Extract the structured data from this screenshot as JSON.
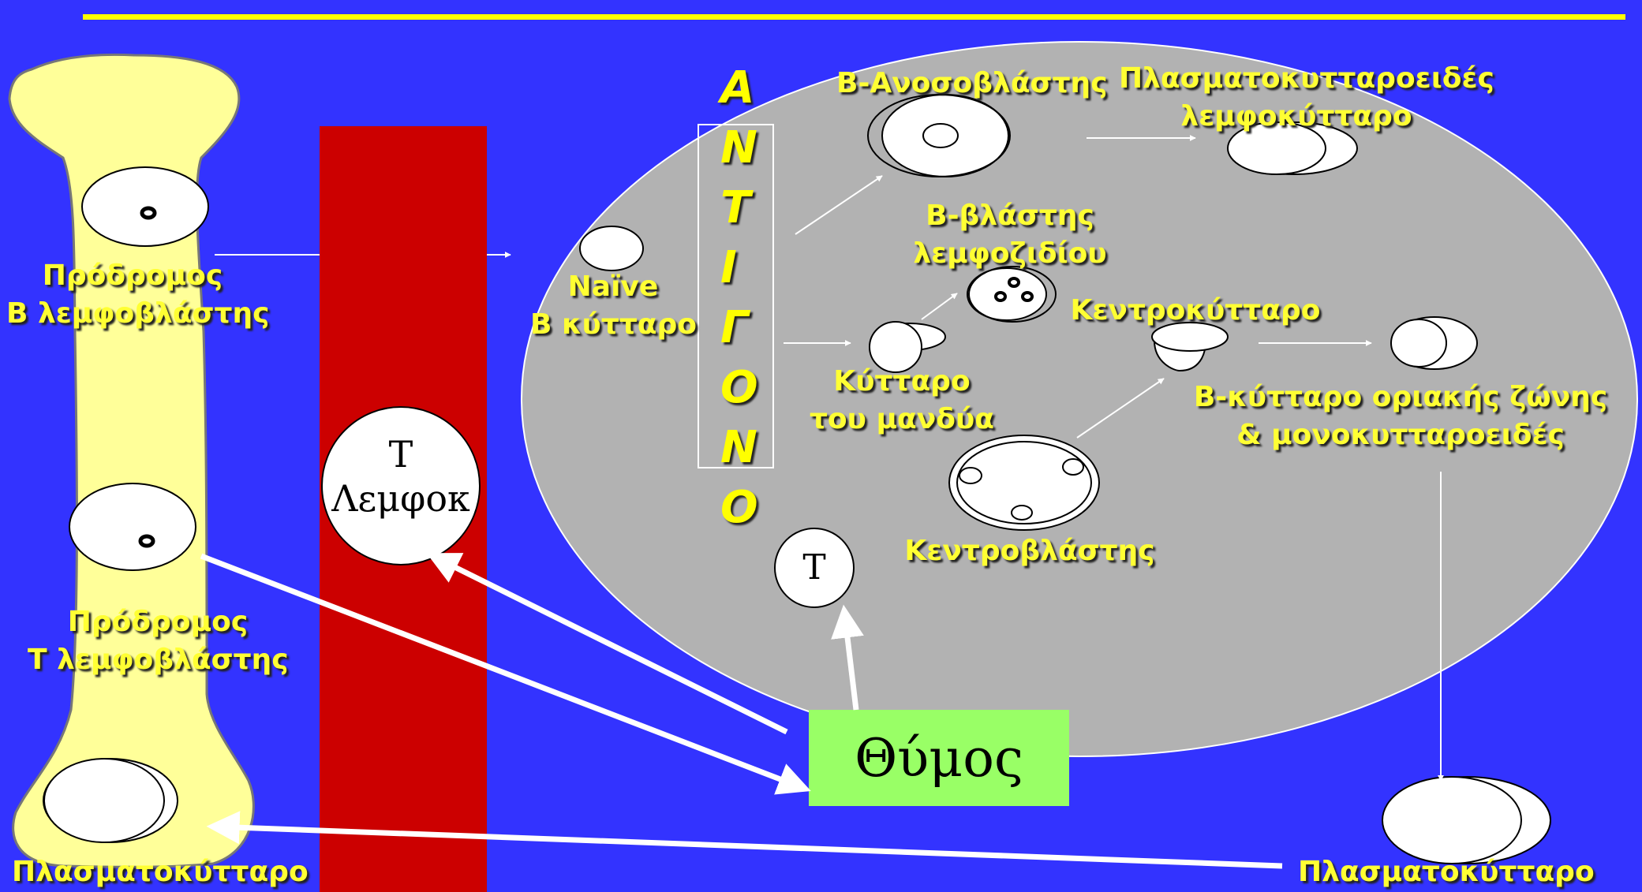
{
  "labels": {
    "b_precursor": [
      "Πρόδρομος",
      "Β λεμφοβλάστης"
    ],
    "t_precursor": [
      "Πρόδρομος",
      "Τ λεμφοβλάστης"
    ],
    "plasma_left": "Πλασματοκύτταρο",
    "plasma_right": "Πλασματοκύτταρο",
    "naive": [
      "Naïve",
      "Β κύτταρο"
    ],
    "b_immunoblast": "Β-Ανοσοβλάστης",
    "plasmacytoid": [
      "Πλασματοκυτταροειδές",
      "λεμφοκύτταρο"
    ],
    "b_blast": [
      "Β-βλάστης",
      "λεμφοζιδίου"
    ],
    "centrocyte": "Κεντροκύτταρο",
    "mantle": [
      "Κύτταρο",
      "του  μανδύα"
    ],
    "marginal": [
      "Β-κύτταρο οριακής ζώνης",
      "& μονοκυτταροειδές"
    ],
    "centroblast": "Κεντροβλάστης"
  },
  "antigen_letters": [
    "Α",
    "Ν",
    "Τ",
    "Ι",
    "Γ",
    "Ο",
    "Ν",
    "Ο"
  ],
  "t_lymph": [
    "Τ",
    "Λεμφοκ"
  ],
  "t_cell": "Τ",
  "thymus": "Θύμος",
  "colors": {
    "background": "#3333ff",
    "bone": "#ffff99",
    "vessel": "#cc0000",
    "lymph_node": "#b2b2b2",
    "thymus": "#99ff66",
    "label": "#ffff33",
    "rule": "#ffff00"
  }
}
